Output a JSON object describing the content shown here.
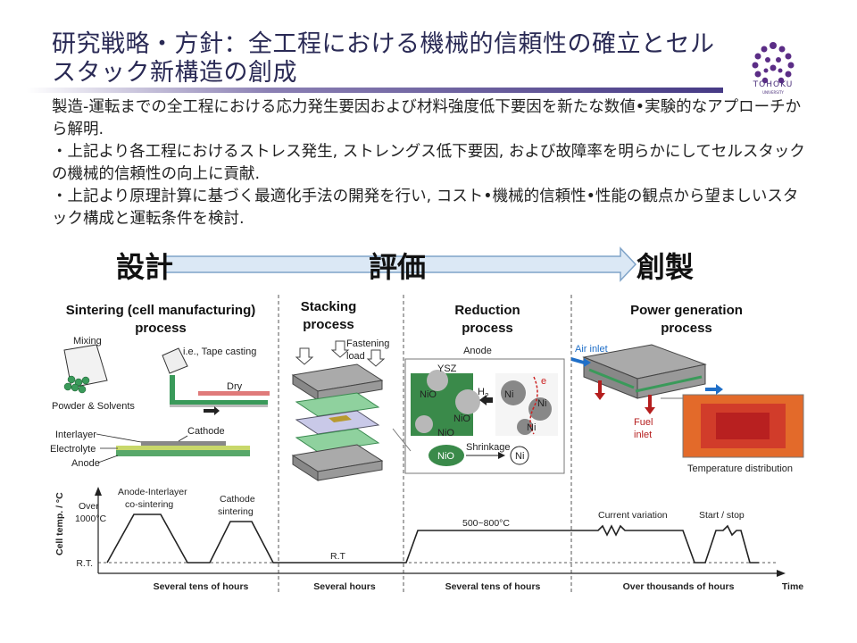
{
  "title": "研究戦略・方針：全工程における機械的信頼性の確立とセルスタック新構造の創成",
  "logo": {
    "name": "TOHOKU",
    "sub": "UNIVERSITY"
  },
  "body": [
    "製造-運転までの全工程における応力発生要因および材料強度低下要因を新たな数値•実験的なアプローチから解明.",
    "・上記より各工程におけるストレス発生, ストレングス低下要因, および故障率を明らかにしてセルスタックの機械的信頼性の向上に貢献.",
    "・上記より原理計算に基づく最適化手法の開発を行い, コスト•機械的信頼性•性能の観点から望ましいスタック構成と運転条件を検討."
  ],
  "flow": {
    "design": "設計",
    "evaluate": "評価",
    "create": "創製"
  },
  "processes": {
    "sintering_l1": "Sintering (cell manufacturing)",
    "sintering_l2": "process",
    "stacking_l1": "Stacking",
    "stacking_l2": "process",
    "reduction_l1": "Reduction",
    "reduction_l2": "process",
    "power_l1": "Power generation",
    "power_l2": "process"
  },
  "labels": {
    "mixing": "Mixing",
    "tape": "i.e., Tape casting",
    "dry": "Dry",
    "powder": "Powder & Solvents",
    "interlayer": "Interlayer",
    "electrolyte": "Electrolyte",
    "anode": "Anode",
    "cathode": "Cathode",
    "fastening1": "Fastening",
    "fastening2": "load",
    "anode_hdr": "Anode",
    "ysz": "YSZ",
    "nio": "NiO",
    "ni": "Ni",
    "h2": "H",
    "h2_sub": "2",
    "e": "e",
    "shrinkage": "Shrinkage",
    "air_inlet": "Air inlet",
    "fuel1": "Fuel",
    "fuel2": "inlet",
    "temp_dist": "Temperature distribution"
  },
  "timeline": {
    "ylabel": "Cell temp. / °C",
    "over1": "Over",
    "over2": "1000°C",
    "rt": "R.T.",
    "rt_mid": "R.T",
    "cosinter1": "Anode-Interlayer",
    "cosinter2": "co-sintering",
    "cathsinter1": "Cathode",
    "cathsinter2": "sintering",
    "temp_range": "500~800°C",
    "current_var": "Current variation",
    "startstop": "Start / stop",
    "dur1": "Several tens of hours",
    "dur2": "Several hours",
    "dur3": "Several tens of hours",
    "dur4": "Over thousands of hours",
    "time": "Time"
  },
  "colors": {
    "title": "#2a2a55",
    "rule": "#463a85",
    "arrow_fill": "#dbe8f5",
    "arrow_stroke": "#7fa3c8"
  }
}
